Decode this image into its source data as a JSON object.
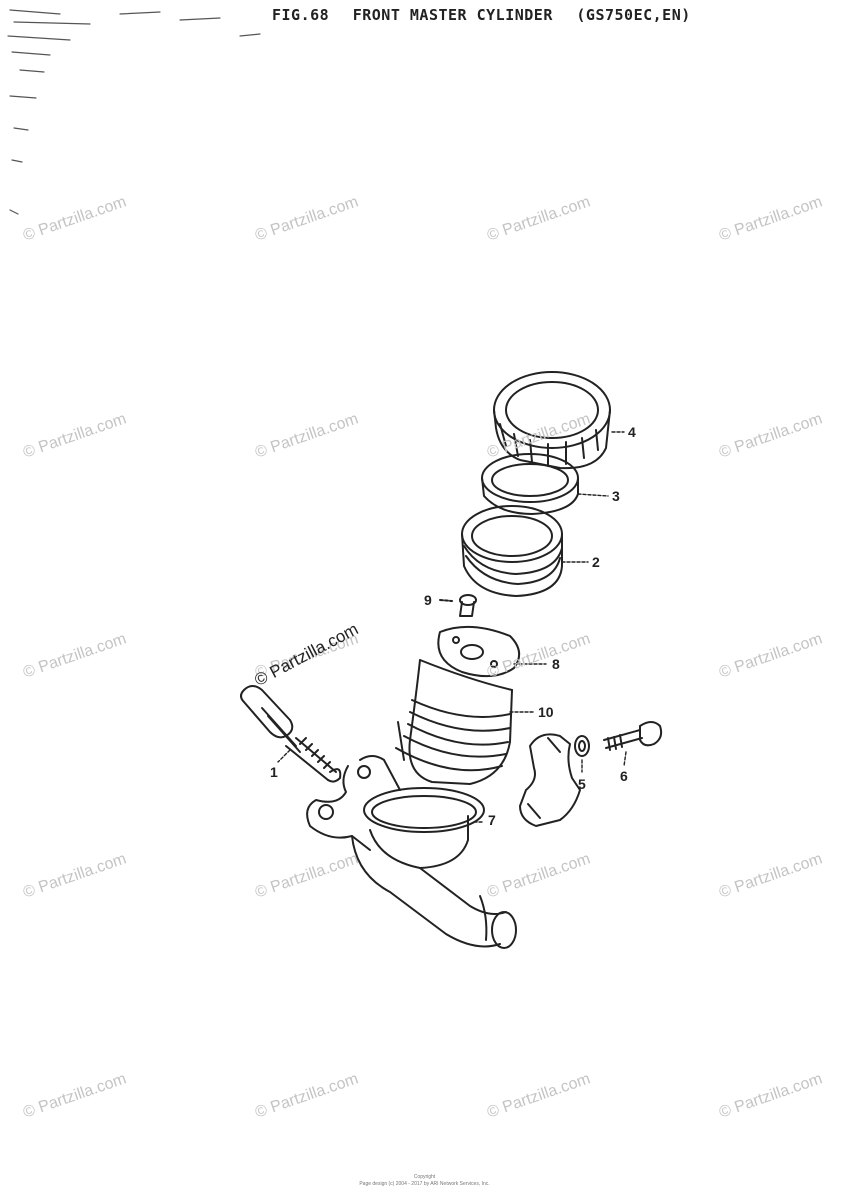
{
  "figure": {
    "number": "FIG.68",
    "title": "FRONT MASTER CYLINDER",
    "models": "(GS750EC,EN)"
  },
  "watermark": {
    "text": "© Partzilla.com",
    "rows": [
      [
        "© Partzilla.com",
        "© Partzilla.com",
        "© Partzilla.com",
        "© Partzilla.com"
      ],
      [
        "© Partzilla.com",
        "© Partzilla.com",
        "© Partzilla.com",
        "© Partzilla.com"
      ],
      [
        "© Partzilla.com",
        "© Partzilla.com",
        "© Partzilla.com",
        "© Partzilla.com"
      ],
      [
        "© Partzilla.com",
        "© Partzilla.com",
        "© Partzilla.com",
        "© Partzilla.com"
      ],
      [
        "© Partzilla.com",
        "© Partzilla.com",
        "© Partzilla.com",
        "© Partzilla.com"
      ]
    ],
    "center": "© Partzilla.com"
  },
  "callouts": [
    {
      "id": "1",
      "label": "1"
    },
    {
      "id": "2",
      "label": "2"
    },
    {
      "id": "3",
      "label": "3"
    },
    {
      "id": "4",
      "label": "4"
    },
    {
      "id": "5",
      "label": "5"
    },
    {
      "id": "6",
      "label": "6"
    },
    {
      "id": "7",
      "label": "7"
    },
    {
      "id": "8",
      "label": "8"
    },
    {
      "id": "9",
      "label": "9"
    },
    {
      "id": "10",
      "label": "10"
    }
  ],
  "footer": {
    "line1": "Copyright",
    "line2": "Page design (c) 2004 - 2017 by ARI Network Services, Inc."
  },
  "colors": {
    "ink": "#222222",
    "watermark": "#c4c4c4"
  }
}
